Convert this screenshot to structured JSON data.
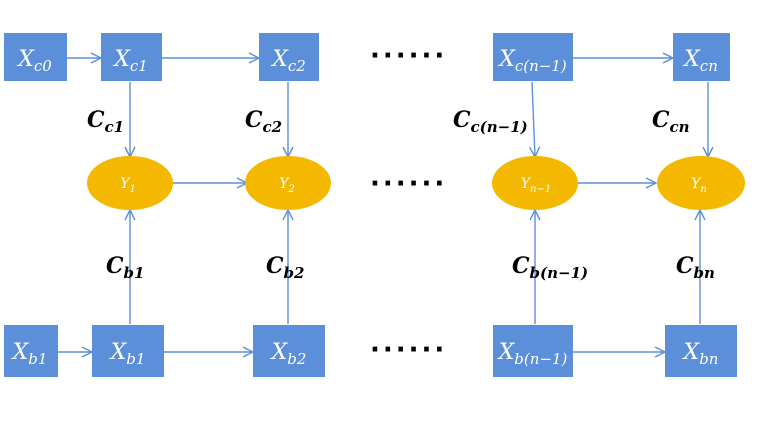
{
  "colors": {
    "box": "#5b8fd9",
    "node": "#f5b800",
    "arrow": "#5b8fd9",
    "label": "#000000"
  },
  "top_row": [
    {
      "main": "X",
      "sub": "c0"
    },
    {
      "main": "X",
      "sub": "c1"
    },
    {
      "main": "X",
      "sub": "c2"
    },
    {
      "main": "X",
      "sub": "c(n−1)"
    },
    {
      "main": "X",
      "sub": "cn"
    }
  ],
  "middle_row": [
    {
      "main": "Y",
      "sub": "1"
    },
    {
      "main": "Y",
      "sub": "2"
    },
    {
      "main": "Y",
      "sub": "n−1"
    },
    {
      "main": "Y",
      "sub": "n"
    }
  ],
  "bottom_row": [
    {
      "main": "X",
      "sub": "b1"
    },
    {
      "main": "X",
      "sub": "b1"
    },
    {
      "main": "X",
      "sub": "b2"
    },
    {
      "main": "X",
      "sub": "b(n−1)"
    },
    {
      "main": "X",
      "sub": "bn"
    }
  ],
  "top_edges": [
    {
      "main": "C",
      "sub": "c1"
    },
    {
      "main": "C",
      "sub": "c2"
    },
    {
      "main": "C",
      "sub": "c(n−1)"
    },
    {
      "main": "C",
      "sub": "cn"
    }
  ],
  "bottom_edges": [
    {
      "main": "C",
      "sub": "b1"
    },
    {
      "main": "C",
      "sub": "b2"
    },
    {
      "main": "C",
      "sub": "b(n−1)"
    },
    {
      "main": "C",
      "sub": "bn"
    }
  ],
  "ellipsis": "······"
}
